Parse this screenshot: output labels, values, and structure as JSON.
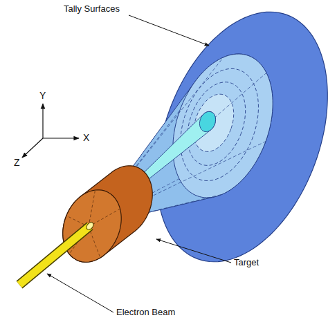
{
  "diagram": {
    "labels": [
      "Tally Surfaces",
      "Target",
      "Electron Beam",
      "Y",
      "X",
      "Z"
    ]
  }
}
